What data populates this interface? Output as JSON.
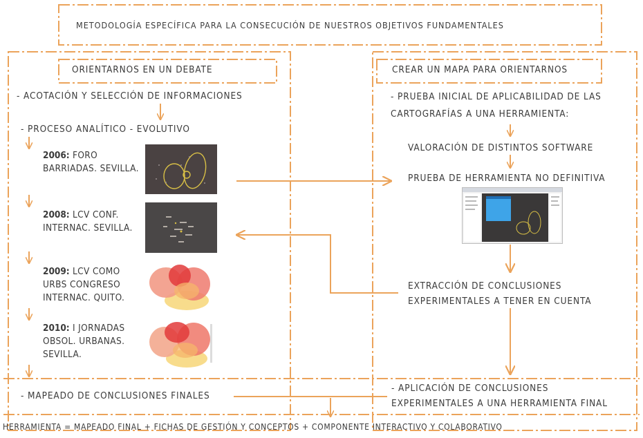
{
  "title": "METODOLOGÍA ESPECÍFICA PARA LA CONSECUCIÓN DE NUESTROS OBJETIVOS FUNDAMENTALES",
  "left_column": {
    "heading": "ORIENTARNOS EN UN DEBATE",
    "step1": "- ACOTACIÓN Y SELECCIÓN DE INFORMACIONES",
    "step2": "- PROCESO ANALÍTICO - EVOLUTIVO",
    "timeline": [
      {
        "year": "2006:",
        "text": "FORO BARRIADAS. SEVILLA."
      },
      {
        "year": "2008:",
        "text": "LCV CONF. INTERNAC. SEVILLA."
      },
      {
        "year": "2009:",
        "text": "LCV COMO URBS CONGRESO INTERNAC. QUITO."
      },
      {
        "year": "2010:",
        "text": "I JORNADAS OBSOL. URBANAS. SEVILLA."
      }
    ],
    "final": "- MAPEADO DE CONCLUSIONES FINALES"
  },
  "right_column": {
    "heading": "CREAR UN MAPA PARA ORIENTARNOS",
    "step1_line1": "- PRUEBA INICIAL DE APLICABILIDAD DE LAS",
    "step1_line2": "CARTOGRAFÍAS A UNA HERRAMIENTA:",
    "step2": "VALORACIÓN DE DISTINTOS SOFTWARE",
    "step3": "PRUEBA DE HERRAMIENTA NO DEFINITIVA",
    "step4_line1": "EXTRACCIÓN DE CONCLUSIONES",
    "step4_line2": "EXPERIMENTALES A TENER EN CUENTA",
    "final_line1": "- APLICACIÓN DE CONCLUSIONES",
    "final_line2": "EXPERIMENTALES A UNA HERRAMIENTA FINAL"
  },
  "footer": "HERRAMIENTA = MAPEADO FINAL + FICHAS DE GESTIÓN Y CONCEPTOS + COMPONENTE INTERACTIVO Y COLABORATIVO",
  "colors": {
    "accent": "#eba35a",
    "text": "#3b3b3b",
    "thumb_dark": "#4a4242",
    "thumb_red": "#e23b3b",
    "thumb_yellow": "#f5cc55"
  }
}
